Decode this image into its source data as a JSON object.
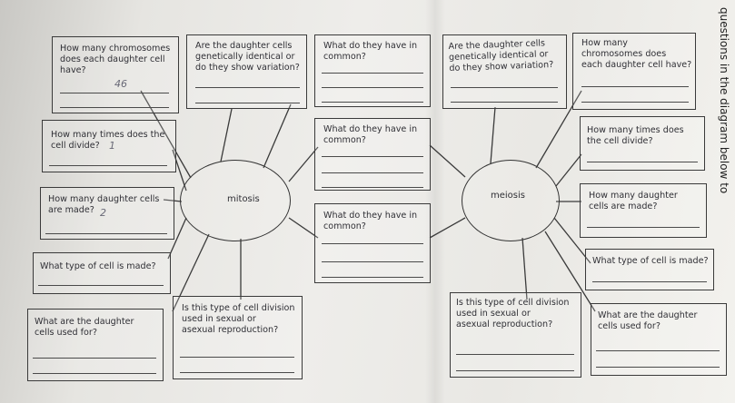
{
  "edge_text": "questions in the diagram below to",
  "left": {
    "center_label": "mitosis",
    "q_chromosomes": "How many chromosomes\ndoes each daughter cell\nhave?",
    "a_chromosomes": "46",
    "q_identical": "Are the daughter cells\ngenetically identical or\ndo they show variation?",
    "q_common_1": "What do they have in\ncommon?",
    "q_divide": "How many times does the\ncell divide?",
    "a_divide": "1",
    "q_daughter_count": "How many daughter cells\nare made?",
    "a_daughter_count": "2",
    "q_cell_type": "What type of cell is made?",
    "q_used_for": "What are the daughter\ncells used for?",
    "q_reproduction": "Is this type of cell division\nused in sexual or\nasexual reproduction?"
  },
  "middle": {
    "q_common_2": "What do they have in\ncommon?",
    "q_common_3": "What do they have in\ncommon?"
  },
  "right": {
    "center_label": "meiosis",
    "q_identical": "Are the daughter cells\ngenetically identical or\ndo they show variation?",
    "q_chromosomes": "How many\nchromosomes does\neach daughter cell have?",
    "q_divide": "How many times does\nthe cell divide?",
    "q_daughter_count": "How many daughter\ncells are made?",
    "q_cell_type": "What type of cell is made?",
    "q_reproduction": "Is this type of cell division\nused in sexual or\nasexual reproduction?",
    "q_used_for": "What are the daughter\ncells used for?"
  }
}
